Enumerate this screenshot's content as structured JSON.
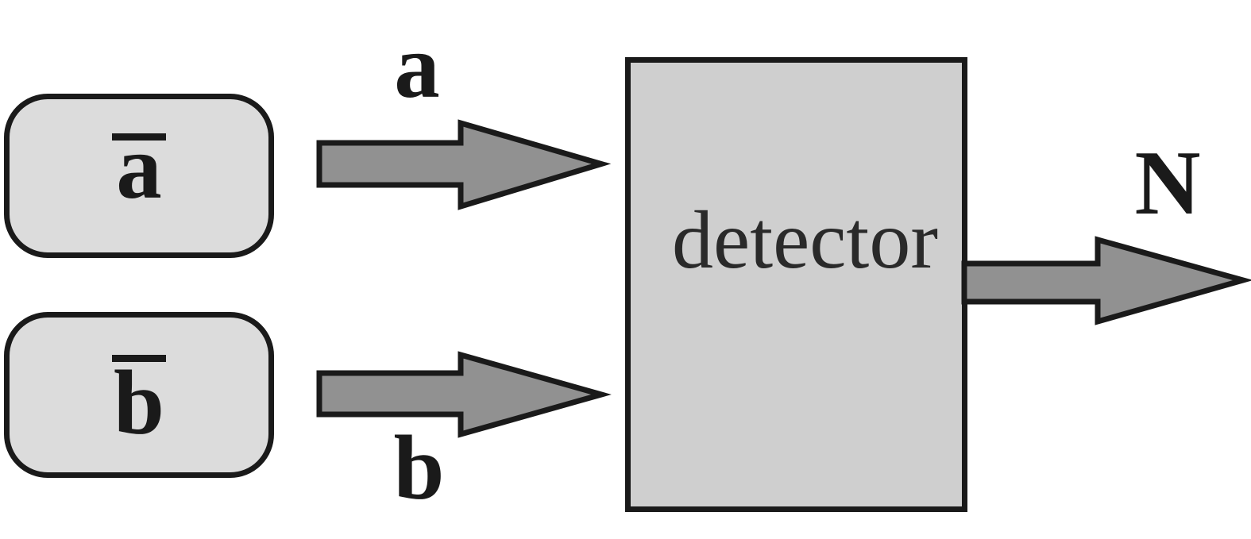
{
  "figure": {
    "sources": [
      {
        "symbol": "a",
        "overbar": true
      },
      {
        "symbol": "b",
        "overbar": true
      }
    ],
    "beams": [
      {
        "label": "a"
      },
      {
        "label": "b"
      }
    ],
    "detector": {
      "label": "detector"
    },
    "output": {
      "label": "N"
    }
  },
  "colors": {
    "background": "#ffffff",
    "source_box_fill": "#dcdcdc",
    "detector_fill": "#cfcfcf",
    "arrow_fill": "#919191",
    "outline": "#1a1a1a"
  }
}
